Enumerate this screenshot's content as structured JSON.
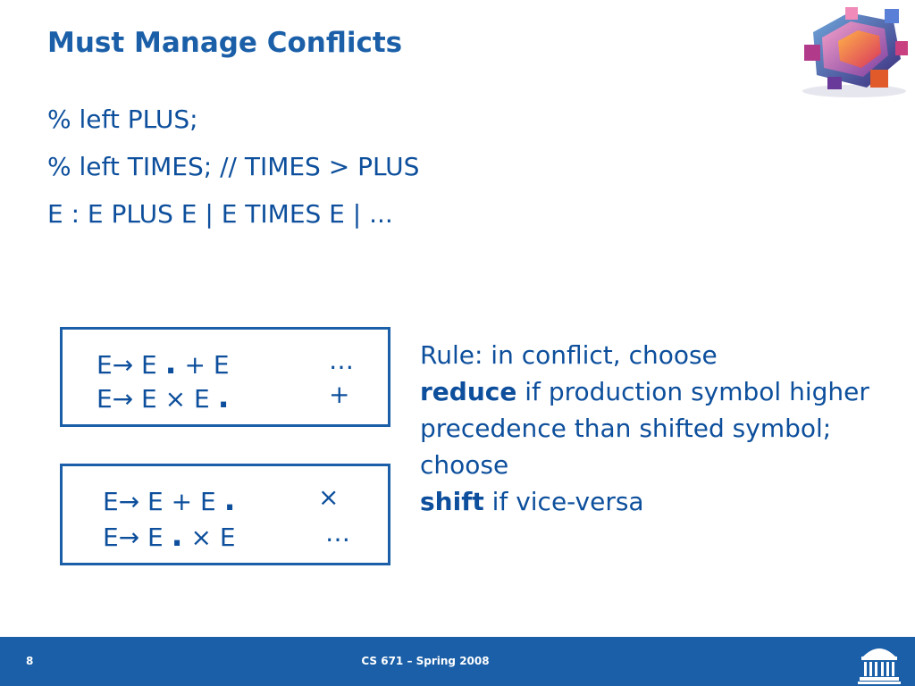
{
  "slide": {
    "title": "Must Manage Conflicts",
    "code_lines": [
      "% left PLUS;",
      "% left TIMES; // TIMES > PLUS",
      "E : E PLUS E | E TIMES E | ..."
    ],
    "boxes": [
      {
        "items": [
          {
            "lhs": "E→ E",
            "dot": ".",
            "rhs": "+ E",
            "lookahead": "…"
          },
          {
            "lhs": "E→ E × E",
            "dot": ".",
            "rhs": "",
            "lookahead": "+"
          }
        ]
      },
      {
        "items": [
          {
            "lhs": "E→ E + E",
            "dot": ".",
            "rhs": "",
            "lookahead": "×"
          },
          {
            "lhs": "E→ E",
            "dot": ".",
            "rhs": "× E",
            "lookahead": "…"
          }
        ]
      }
    ],
    "explanation": {
      "part1": "Rule: in conflict, choose",
      "bold1": "reduce",
      "part2": "if production symbol higher precedence than shifted symbol; choose",
      "bold2": "shift",
      "part3": "if vice-versa"
    }
  },
  "footer": {
    "page_number": "8",
    "course": "CS 671 – Spring 2008"
  },
  "colors": {
    "title": "#1a5fa8",
    "text": "#0d4f9c",
    "footer_bg": "#1a5fa8",
    "box_border": "#1a5fa8"
  },
  "icons": {
    "header_logo": "cube-logo-icon",
    "footer_logo": "rotunda-icon"
  }
}
